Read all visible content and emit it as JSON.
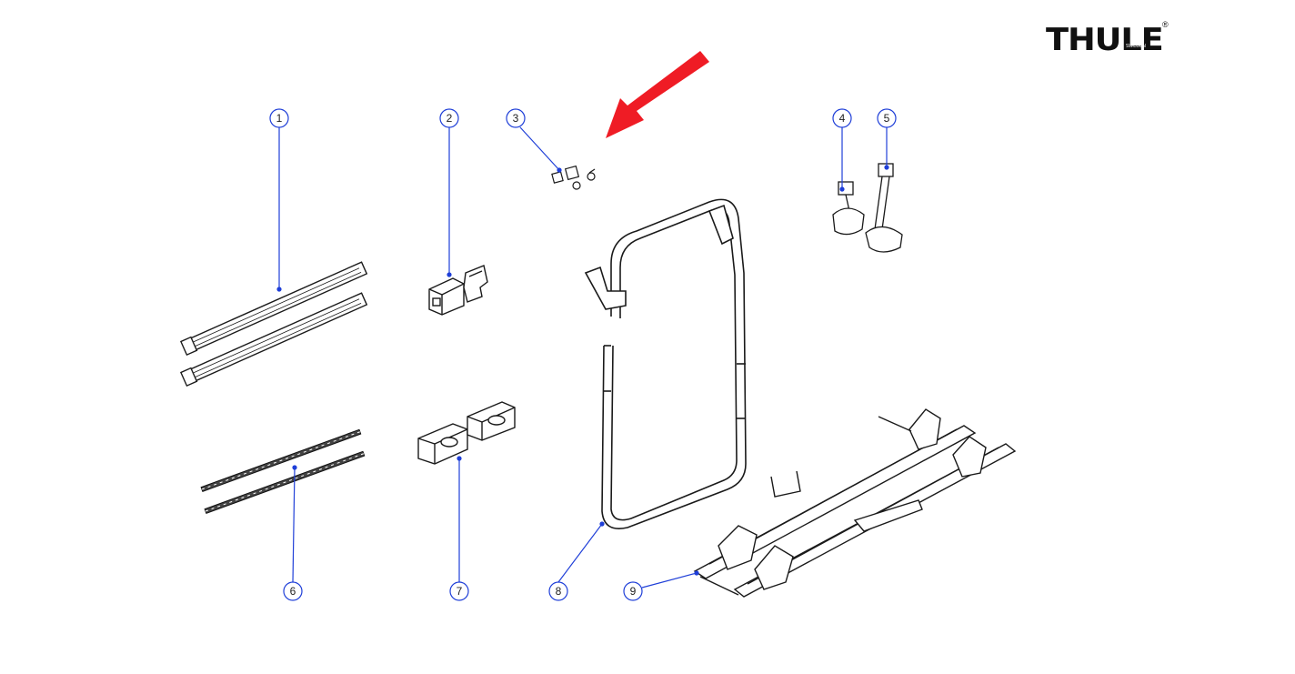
{
  "brand": {
    "logo_text": "THULE",
    "registered_mark": "®",
    "sub_text": "SWEDEN"
  },
  "colors": {
    "line": "#1a1a1a",
    "leader": "#1f3fd8",
    "arrow": "#ef1c25",
    "background": "#ffffff"
  },
  "callouts": [
    {
      "number": "1"
    },
    {
      "number": "2"
    },
    {
      "number": "3"
    },
    {
      "number": "4"
    },
    {
      "number": "5"
    },
    {
      "number": "6"
    },
    {
      "number": "7"
    },
    {
      "number": "8"
    },
    {
      "number": "9"
    }
  ],
  "indicator": {
    "icon": "red-arrow-icon",
    "points_to": "3"
  }
}
